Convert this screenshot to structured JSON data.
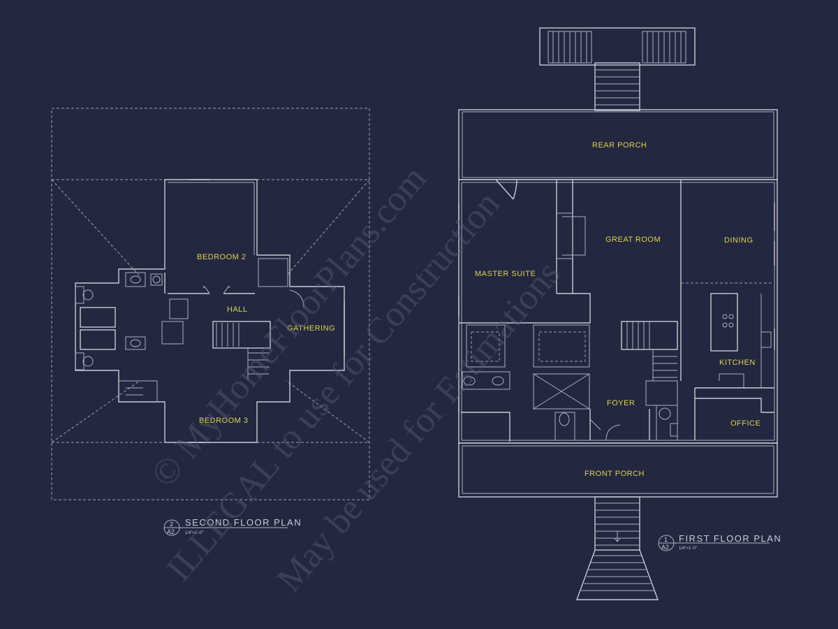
{
  "second_floor": {
    "rooms": {
      "bedroom2": "BEDROOM 2",
      "bedroom3": "BEDROOM 3",
      "hall": "HALL",
      "gathering": "GATHERING"
    },
    "title": "SECOND FLOOR PLAN",
    "tag_number": "2",
    "tag_sheet": "A2",
    "scale": "1/4\"=1'-0\""
  },
  "first_floor": {
    "rooms": {
      "rear_porch": "REAR PORCH",
      "great_room": "GREAT ROOM",
      "dining": "DINING",
      "master_suite": "MASTER SUITE",
      "kitchen": "KITCHEN",
      "foyer": "FOYER",
      "office": "OFFICE",
      "front_porch": "FRONT PORCH"
    },
    "title": "FIRST FLOOR PLAN",
    "tag_number": "1",
    "tag_sheet": "A2",
    "scale": "1/4\"=1'-0\""
  },
  "watermark": {
    "line1": "© MyHomeFloorPlans.com",
    "line2": "ILLEGAL to use for Construction",
    "line3": "May be used for Estimations"
  },
  "colors": {
    "background": "#242740",
    "linework": "#c9ccd8",
    "room_labels": "#d9d54c"
  }
}
